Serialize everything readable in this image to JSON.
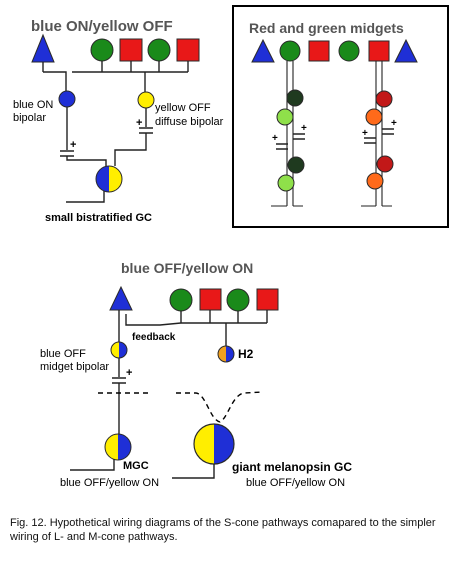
{
  "panels": {
    "blue_on": {
      "title": "blue ON/yellow OFF",
      "labels": {
        "blue_on_bipolar_1": "blue ON",
        "blue_on_bipolar_2": "bipolar",
        "yellow_off_1": "yellow OFF",
        "yellow_off_2": "diffuse bipolar",
        "small_bistratified": "small bistratified GC"
      }
    },
    "midgets": {
      "title": "Red and green midgets"
    },
    "blue_off": {
      "title": "blue OFF/yellow ON",
      "labels": {
        "feedback": "feedback",
        "h2": "H2",
        "midget_bipolar_1": "blue OFF",
        "midget_bipolar_2": "midget bipolar",
        "mgc": "MGC",
        "mgc_response": "blue OFF/yellow ON",
        "giant": "giant melanopsin GC",
        "giant_response": "blue OFF/yellow ON"
      }
    }
  },
  "symbols": {
    "plus": "+"
  },
  "colors": {
    "s_cone": "#1f2fd6",
    "m_cone": "#1a8a1a",
    "l_cone": "#e81818",
    "yellow": "#ffee00",
    "blue": "#1f2fd6",
    "dark_green": "#1f3a1f",
    "light_green": "#8fe04a",
    "dark_red": "#c21818",
    "orange": "#ff6a1a",
    "h2_orange": "#f0a020"
  },
  "caption": "Fig. 12. Hypothetical wiring diagrams of the S-cone pathways comapared to the simpler wiring of L- and M-cone pathways."
}
